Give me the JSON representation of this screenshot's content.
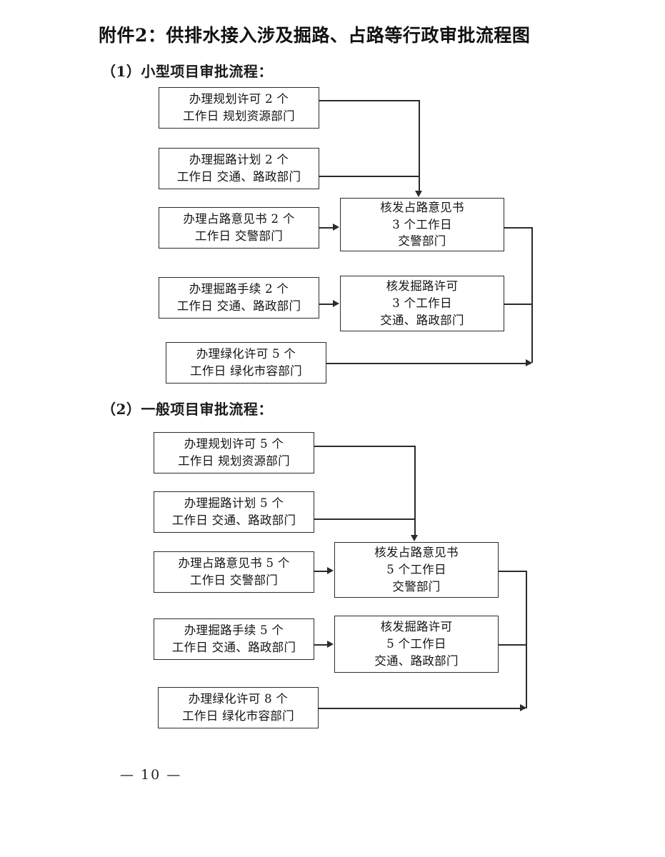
{
  "document": {
    "title": "附件2：供排水接入涉及掘路、占路等行政审批流程图",
    "page_footer": "— 10 —",
    "ink_color": "#2b2b2b",
    "paper_color": "#ffffff"
  },
  "sections": [
    {
      "heading": "（1）小型项目审批流程：",
      "left_boxes": [
        {
          "line1": "办理规划许可 2 个",
          "line2": "工作日  规划资源部门"
        },
        {
          "line1": "办理掘路计划 2 个",
          "line2": "工作日  交通、路政部门"
        },
        {
          "line1": "办理占路意见书 2 个",
          "line2": "工作日  交警部门"
        },
        {
          "line1": "办理掘路手续  2 个",
          "line2": "工作日  交通、路政部门"
        },
        {
          "line1": "办理绿化许可 5 个",
          "line2": "工作日  绿化市容部门"
        }
      ],
      "right_boxes": [
        {
          "line1": "核发占路意见书",
          "line2": "3 个工作日",
          "line3": "交警部门"
        },
        {
          "line1": "核发掘路许可",
          "line2": "3 个工作日",
          "line3": "交通、路政部门"
        }
      ]
    },
    {
      "heading": "（2）一般项目审批流程：",
      "left_boxes": [
        {
          "line1": "办理规划许可 5 个",
          "line2": "工作日  规划资源部门"
        },
        {
          "line1": "办理掘路计划 5 个",
          "line2": "工作日  交通、路政部门"
        },
        {
          "line1": "办理占路意见书 5 个",
          "line2": "工作日  交警部门"
        },
        {
          "line1": "办理掘路手续 5 个",
          "line2": "工作日  交通、路政部门"
        },
        {
          "line1": "办理绿化许可 8 个",
          "line2": "工作日  绿化市容部门"
        }
      ],
      "right_boxes": [
        {
          "line1": "核发占路意见书",
          "line2": "5 个工作日",
          "line3": "交警部门"
        },
        {
          "line1": "核发掘路许可",
          "line2": "5 个工作日",
          "line3": "交通、路政部门"
        }
      ]
    }
  ]
}
